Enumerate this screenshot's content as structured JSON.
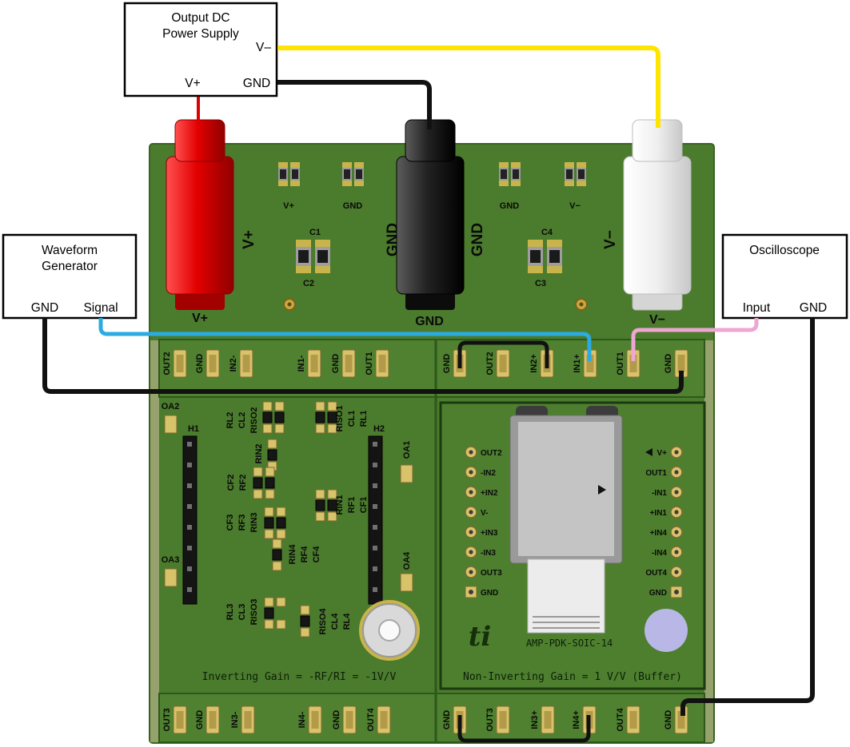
{
  "equipment": {
    "power_supply": {
      "title_line1": "Output DC",
      "title_line2": "Power Supply",
      "terminal_vminus": "V–",
      "terminal_vplus": "V+",
      "terminal_gnd": "GND"
    },
    "waveform_generator": {
      "title_line1": "Waveform",
      "title_line2": "Generator",
      "terminal_gnd": "GND",
      "terminal_signal": "Signal"
    },
    "oscilloscope": {
      "title": "Oscilloscope",
      "terminal_input": "Input",
      "terminal_gnd": "GND"
    }
  },
  "board": {
    "jack_labels": {
      "vplus": "V+",
      "gnd": "GND",
      "vminus": "V−"
    },
    "top_smd": [
      "V+",
      "GND",
      "GND",
      "V−"
    ],
    "silk_vertical": [
      "V+",
      "GND",
      "GND",
      "V−"
    ],
    "caps": {
      "c1": "C1",
      "c2": "C2",
      "c3": "C3",
      "c4": "C4"
    },
    "mid_left": [
      "OUT2",
      "GND",
      "IN2-",
      "IN1-",
      "GND",
      "OUT1"
    ],
    "mid_right": [
      "GND",
      "OUT2",
      "IN2+",
      "IN1+",
      "OUT1",
      "GND"
    ],
    "bottom_left": [
      "OUT3",
      "GND",
      "IN3-",
      "IN4-",
      "GND",
      "OUT4"
    ],
    "bottom_right": [
      "GND",
      "OUT3",
      "IN3+",
      "IN4+",
      "OUT4",
      "GND"
    ],
    "inverting": {
      "caption": "Inverting Gain = -RF/RI = -1V/V",
      "h1": "H1",
      "h2": "H2",
      "oa1": "OA1",
      "oa2": "OA2",
      "oa3": "OA3",
      "oa4": "OA4",
      "g1": [
        "RL2",
        "CL2",
        "RISO2"
      ],
      "rin2": "RIN2",
      "g2": [
        "CF2",
        "RF2"
      ],
      "g3": [
        "CF3",
        "RF3",
        "RIN3"
      ],
      "g4": [
        "RL3",
        "CL3",
        "RISO3"
      ],
      "g5": [
        "RISO1",
        "CL1",
        "RL1"
      ],
      "g6": [
        "RIN1",
        "RF1",
        "CF1"
      ],
      "g7": [
        "RIN4",
        "RF4",
        "CF4"
      ],
      "g8": [
        "RISO4",
        "CL4",
        "RL4"
      ]
    },
    "noninverting": {
      "caption": "Non-Inverting Gain = 1 V/V (Buffer)",
      "part_number": "AMP-PDK-SOIC-14",
      "ti": "ti",
      "socket_left": [
        "OUT2",
        "-IN2",
        "+IN2",
        "V-",
        "+IN3",
        "-IN3",
        "OUT3",
        "GND"
      ],
      "socket_right": [
        "V+",
        "OUT1",
        "-IN1",
        "+IN1",
        "+IN4",
        "-IN4",
        "OUT4",
        "GND"
      ]
    }
  },
  "colors": {
    "wire_yellow": "#ffe400",
    "wire_black": "#111111",
    "wire_red": "#dd0000",
    "wire_blue": "#2babe2",
    "wire_pink": "#eda7d2"
  }
}
